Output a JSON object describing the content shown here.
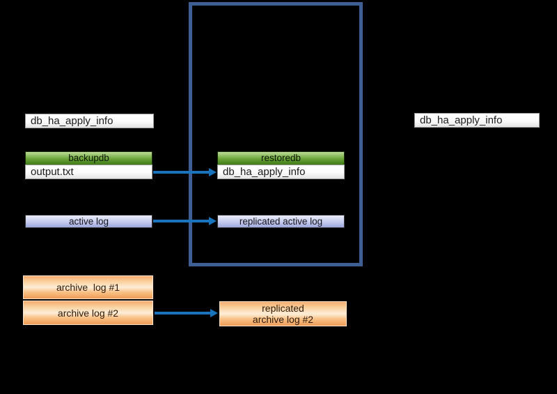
{
  "diagram": {
    "boxes": {
      "source_db_ha_apply_info": "db_ha_apply_info",
      "backupdb": "backupdb",
      "output_txt": "output.txt",
      "restoredb": "restoredb",
      "restored_db_ha_apply_info": "db_ha_apply_info",
      "active_log": "active log",
      "replicated_active_log": "replicated active log",
      "archive_log_1": "archive  log #1",
      "archive_log_2": "archive log #2",
      "replicated_archive_log_2_line1": "replicated",
      "replicated_archive_log_2_line2": "archive log #2",
      "target_db_ha_apply_info": "db_ha_apply_info"
    },
    "colors": {
      "background": "#000000",
      "container_border": "#3e5f94",
      "arrow": "#1a74bd",
      "green_header": "#6aa438",
      "lavender_box": "#aab3e2",
      "orange_box": "#f5ab68",
      "white_box": "#f5f5f5"
    }
  }
}
